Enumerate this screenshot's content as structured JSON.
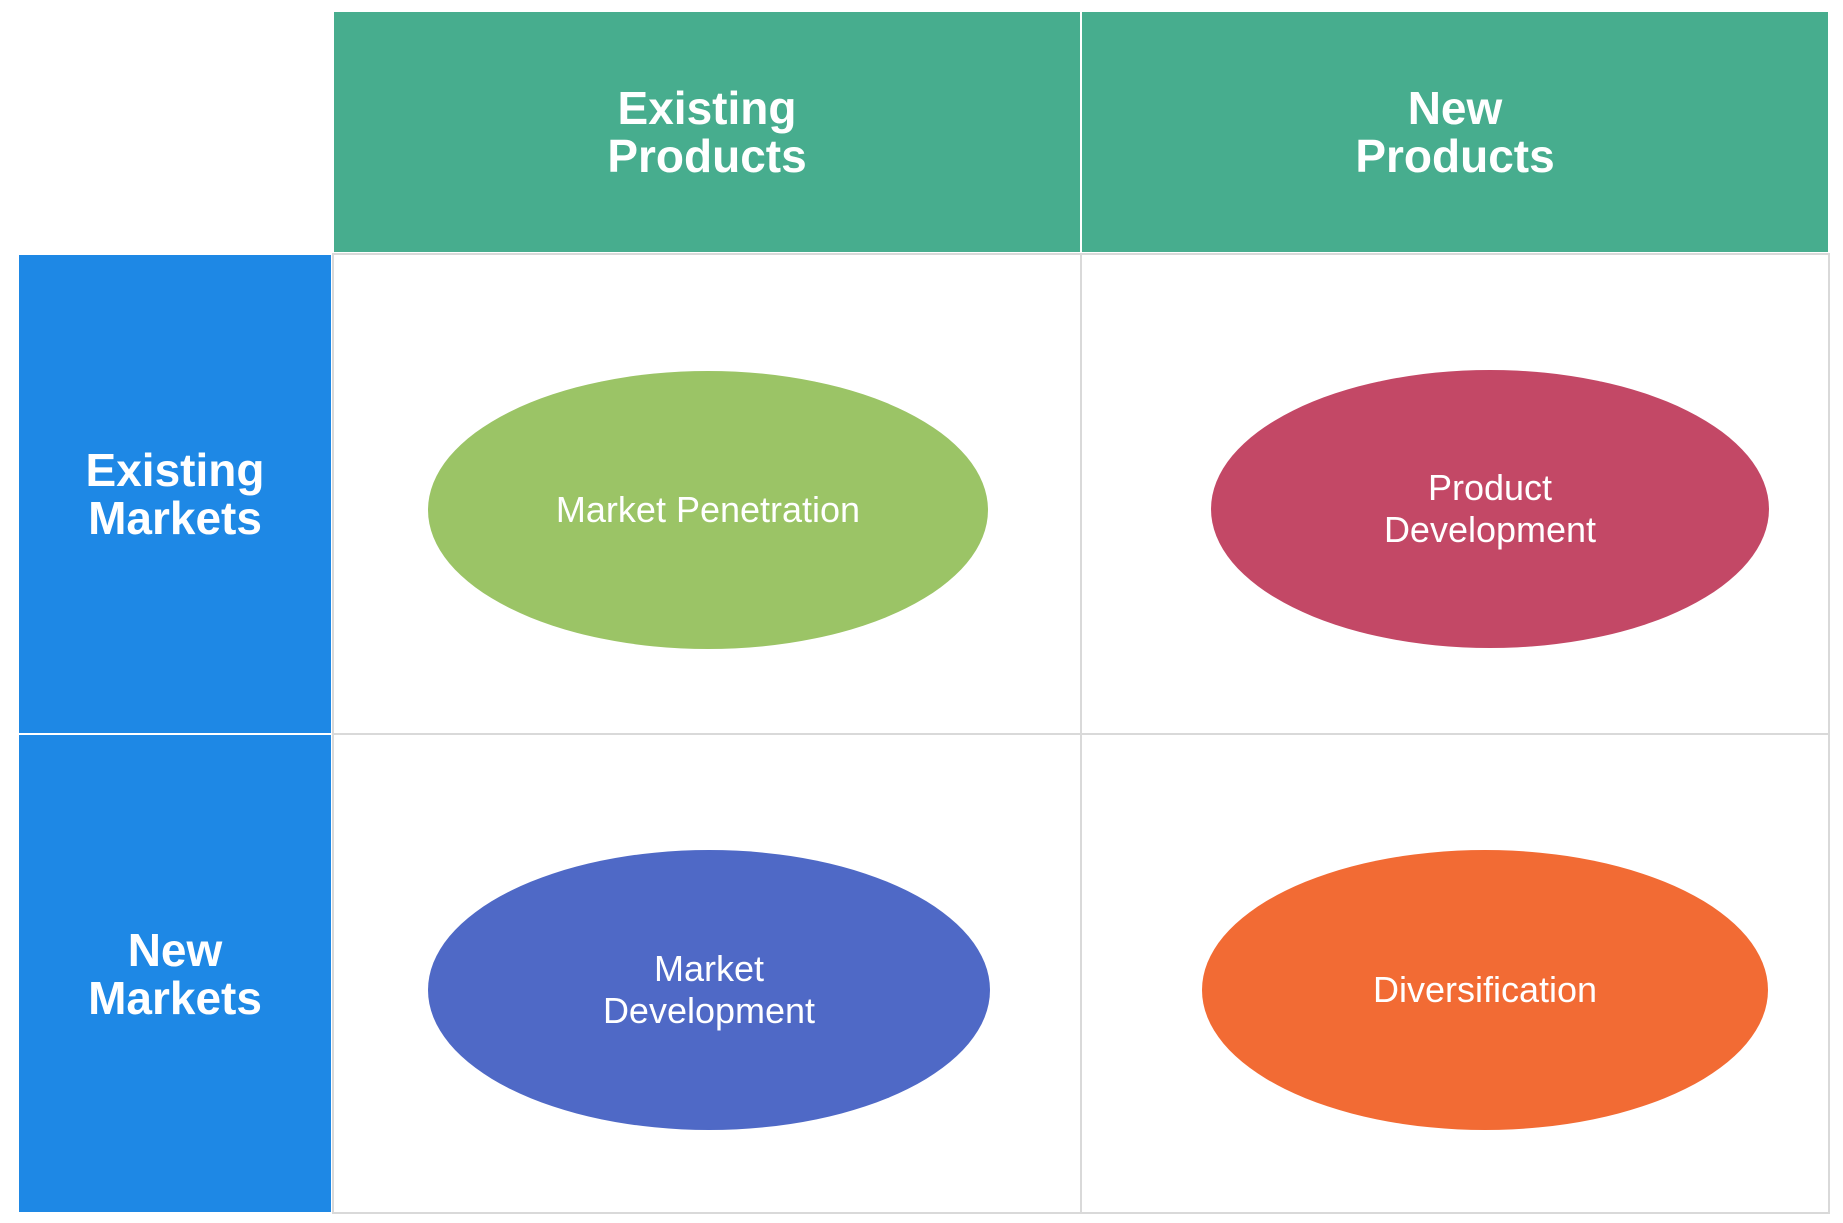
{
  "columns": [
    {
      "lines": [
        "Existing",
        "Products"
      ],
      "color": "#47ad8e"
    },
    {
      "lines": [
        "New",
        "Products"
      ],
      "color": "#47ad8e"
    }
  ],
  "rows": [
    {
      "lines": [
        "Existing",
        "Markets"
      ],
      "color": "#1e88e5"
    },
    {
      "lines": [
        "New",
        "Markets"
      ],
      "color": "#1e88e5"
    }
  ],
  "strategies": [
    {
      "lines": [
        "Market Penetration"
      ],
      "color": "#9bc466"
    },
    {
      "lines": [
        "Product",
        "Development"
      ],
      "color": "#c34866"
    },
    {
      "lines": [
        "Market",
        "Development"
      ],
      "color": "#4f69c6"
    },
    {
      "lines": [
        "Diversification"
      ],
      "color": "#f26b34"
    }
  ],
  "grid_line_color": "#d9d9d9"
}
